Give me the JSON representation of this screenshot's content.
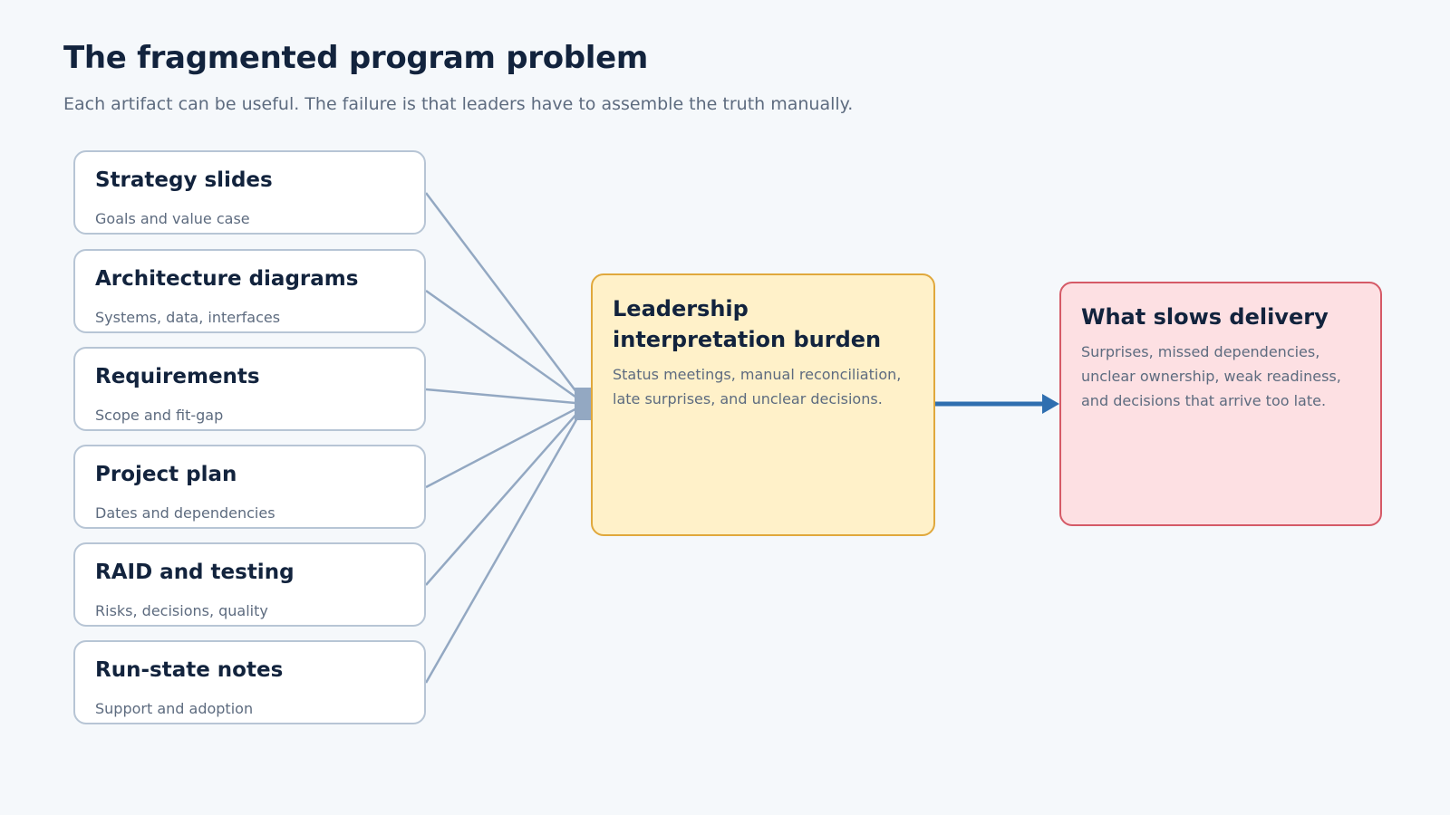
{
  "header": {
    "title": "The fragmented program problem",
    "subtitle": "Each artifact can be useful. The failure is that leaders have to assemble the truth manually."
  },
  "artifacts": [
    {
      "title": "Strategy slides",
      "subtitle": "Goals and value case"
    },
    {
      "title": "Architecture diagrams",
      "subtitle": "Systems, data, interfaces"
    },
    {
      "title": "Requirements",
      "subtitle": "Scope and fit-gap"
    },
    {
      "title": "Project plan",
      "subtitle": "Dates and dependencies"
    },
    {
      "title": "RAID and testing",
      "subtitle": "Risks, decisions, quality"
    },
    {
      "title": "Run-state notes",
      "subtitle": "Support and adoption"
    }
  ],
  "burden": {
    "title": "Leadership interpretation burden",
    "body": "Status meetings, manual reconciliation, late surprises, and unclear decisions."
  },
  "outcome": {
    "title": "What slows delivery",
    "body": "Surprises, missed dependencies, unclear ownership, weak readiness, and decisions that arrive too late."
  },
  "colors": {
    "connector": "#93a8c2",
    "arrow": "#2f6fb0",
    "burden_fill": "#fff1c9",
    "burden_border": "#e0a83c",
    "outcome_fill": "#fde0e3",
    "outcome_border": "#d55a67"
  }
}
